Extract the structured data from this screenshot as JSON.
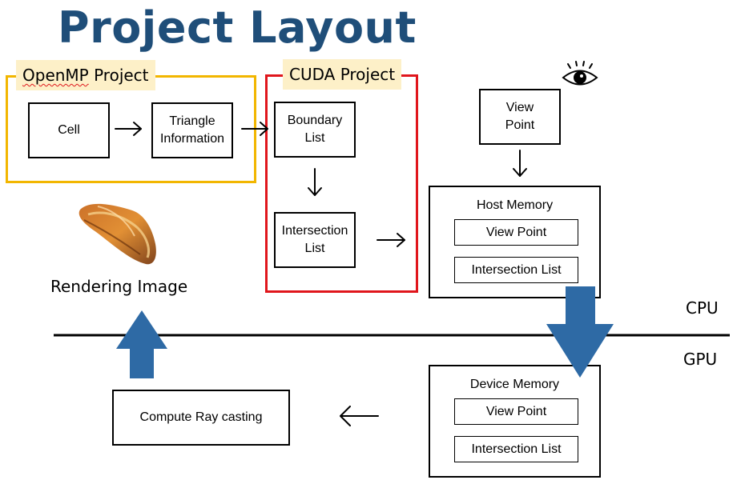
{
  "title": "Project Layout",
  "openmp": {
    "tag_word": "OpenMP",
    "tag_rest": " Project",
    "cell": "Cell",
    "triangle": "Triangle\nInformation"
  },
  "cuda": {
    "tag": "CUDA Project",
    "boundary": "Boundary\nList",
    "intersection": "Intersection\nList"
  },
  "view_point_box": "View\nPoint",
  "host_memory": {
    "title": "Host Memory",
    "items": [
      "View Point",
      "Intersection List"
    ]
  },
  "device_memory": {
    "title": "Device Memory",
    "items": [
      "View Point",
      "Intersection List"
    ]
  },
  "compute_ray": "Compute Ray casting",
  "rendering_image": "Rendering Image",
  "cpu_label": "CPU",
  "gpu_label": "GPU",
  "icons": [
    "eye-icon",
    "rendered-volume-image"
  ],
  "colors": {
    "title": "#1f4e79",
    "openmp_border": "#f2b600",
    "cuda_border": "#e0161c",
    "tag_fill": "#fdf0c8",
    "big_arrow": "#2e6aa5"
  }
}
